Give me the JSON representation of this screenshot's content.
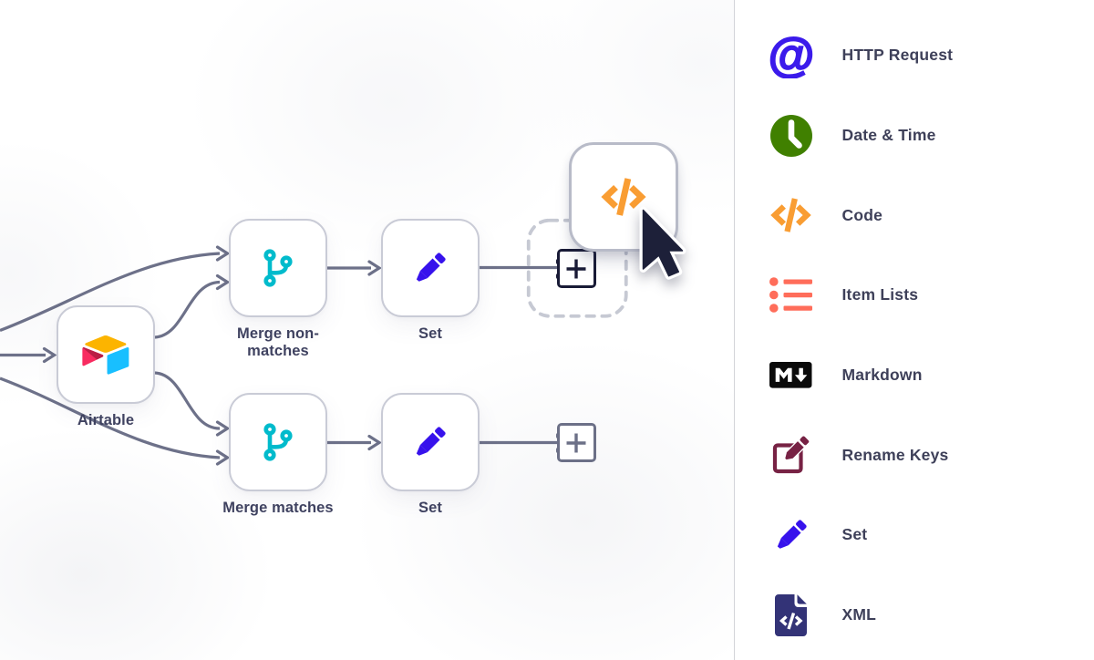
{
  "canvas": {
    "nodes": [
      {
        "id": "airtable",
        "label": "Airtable",
        "icon": "airtable-icon"
      },
      {
        "id": "merge-non-matches",
        "label": "Merge non-\nmatches",
        "icon": "merge-icon"
      },
      {
        "id": "set-top",
        "label": "Set",
        "icon": "pencil-icon"
      },
      {
        "id": "merge-matches",
        "label": "Merge matches",
        "icon": "merge-icon"
      },
      {
        "id": "set-bottom",
        "label": "Set",
        "icon": "pencil-icon"
      },
      {
        "id": "code-dragged",
        "label": "",
        "icon": "code-icon"
      }
    ],
    "colors": {
      "merge_icon": "#00bbcc",
      "set_icon": "#3712ec",
      "code_icon": "#f99d33",
      "connector": "#6d7189",
      "node_border": "#c9cbd6",
      "dashed_border": "#c6c9d3",
      "plus_gray": "#6c7087",
      "plus_dark": "#191b36",
      "airtable_yellow": "#FCB400",
      "airtable_blue": "#18BFFF",
      "airtable_pink": "#F82B60",
      "airtable_dark_red": "#BA1E45",
      "label_text": "#3f4260"
    }
  },
  "panel": {
    "items": [
      {
        "label": "HTTP Request",
        "icon": "at-icon",
        "color": "#3b1beb"
      },
      {
        "label": "Date & Time",
        "icon": "clock-icon",
        "color": "#408000"
      },
      {
        "label": "Code",
        "icon": "code-icon",
        "color": "#f99d33"
      },
      {
        "label": "Item Lists",
        "icon": "list-icon",
        "color": "#ff6d5a"
      },
      {
        "label": "Markdown",
        "icon": "markdown-icon",
        "color": "#0b0b0b"
      },
      {
        "label": "Rename Keys",
        "icon": "edit-icon",
        "color": "#772244"
      },
      {
        "label": "Set",
        "icon": "pencil-icon",
        "color": "#3712ec"
      },
      {
        "label": "XML",
        "icon": "xml-file-icon",
        "color": "#333377"
      }
    ],
    "text_color": "#3e4059"
  }
}
